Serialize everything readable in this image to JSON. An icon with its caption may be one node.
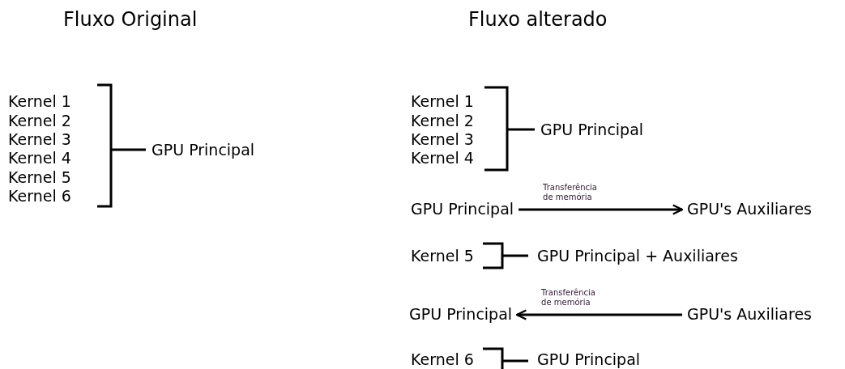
{
  "diagram": {
    "nodes": [
      {
        "text": [
          "GPU Principal"
        ]
      },
      {
        "text": [
          "GPU's Auxiliares"
        ]
      },
      {
        "text": [
          "GPU Principal"
        ]
      },
      {
        "text": [
          "GPU's Auxiliares"
        ]
      }
    ],
    "edges": [
      {
        "from": 0,
        "to": 1,
        "arrow": "to",
        "label": "Transferência de memória"
      },
      {
        "from": 3,
        "to": 2,
        "arrow": "to",
        "label": "Transferência de memória"
      }
    ],
    "labels": [
      "Fluxo Original",
      "Fluxo alterado",
      "Kernel 1",
      "Kernel 2",
      "Kernel 3",
      "Kernel 4",
      "Kernel 5",
      "Kernel 6",
      "GPU Principal",
      "Kernel 1",
      "Kernel 2",
      "Kernel 3",
      "Kernel 4",
      "GPU Principal",
      "Kernel 5",
      "GPU Principal + Auxiliares",
      "Kernel 6",
      "GPU Principal"
    ]
  }
}
